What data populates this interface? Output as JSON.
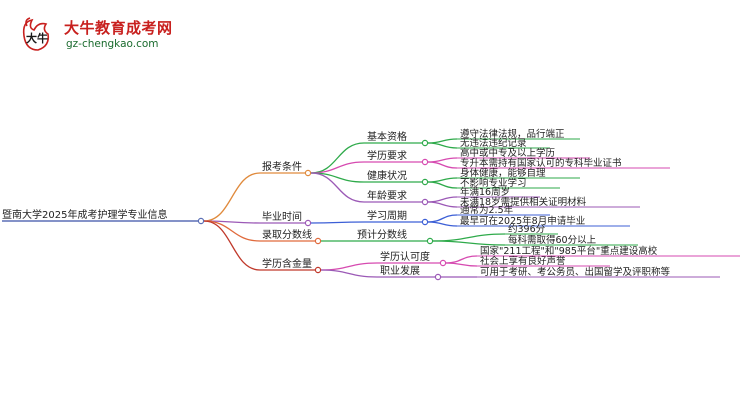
{
  "logo": {
    "title": "大牛教育成考网",
    "url": "gz-chengkao.com",
    "mark_text": "大牛"
  },
  "colors": {
    "root": "#5b6fb5",
    "branch_conditions": "#e08a3c",
    "branch_duration": "#9b59b6",
    "branch_score": "#e06a3c",
    "branch_value": "#c0392b",
    "qualification": "#2eaa4a",
    "education": "#d64ab0",
    "health": "#2eaa4a",
    "age": "#9b59b6",
    "study": "#3c5fd6",
    "score": "#2eaa4a",
    "recognition": "#d64ab0",
    "career": "#9b59b6"
  },
  "mindmap": {
    "root": "暨南大学2025年成考护理学专业信息",
    "branches": [
      {
        "label": "报考条件",
        "children": [
          {
            "label": "基本资格",
            "leaves": [
              "遵守法律法规，品行端正",
              "无违法违纪记录"
            ]
          },
          {
            "label": "学历要求",
            "leaves": [
              "高中或中专及以上学历",
              "专升本需持有国家认可的专科毕业证书"
            ]
          },
          {
            "label": "健康状况",
            "leaves": [
              "身体健康，能够自理",
              "不影响专业学习"
            ]
          },
          {
            "label": "年龄要求",
            "leaves": [
              "年满16周岁",
              "未满18岁需提供相关证明材料"
            ]
          }
        ]
      },
      {
        "label": "毕业时间",
        "children": [
          {
            "label": "学习周期",
            "leaves": [
              "通常为2.5年",
              "最早可在2025年8月申请毕业"
            ]
          }
        ]
      },
      {
        "label": "录取分数线",
        "children": [
          {
            "label": "预计分数线",
            "leaves": [
              "约396分",
              "每科需取得60分以上"
            ]
          }
        ]
      },
      {
        "label": "学历含金量",
        "children": [
          {
            "label": "学历认可度",
            "leaves": [
              "国家\"211工程\"和\"985平台\"重点建设高校",
              "社会上享有良好声誉"
            ]
          },
          {
            "label": "职业发展",
            "leaves": [
              "可用于考研、考公务员、出国留学及评职称等"
            ]
          }
        ]
      }
    ]
  }
}
